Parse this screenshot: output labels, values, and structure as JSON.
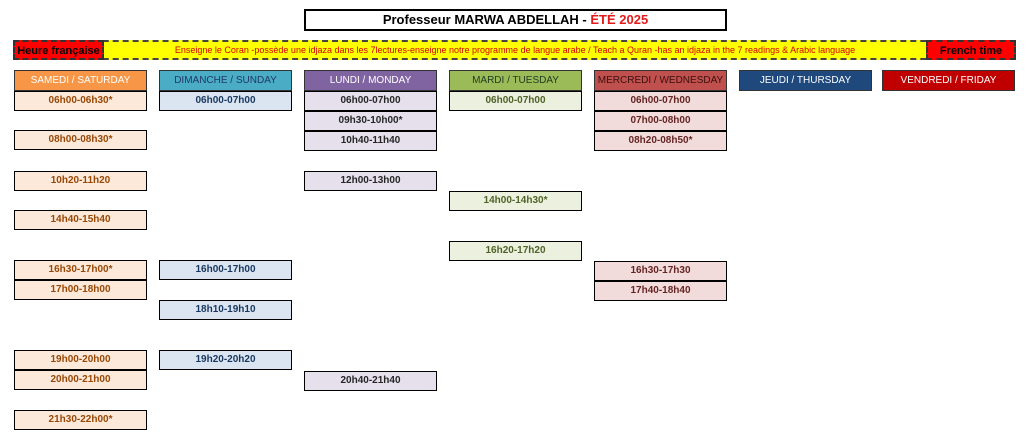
{
  "title": {
    "main": "Professeur MARWA ABDELLAH - ",
    "season": "ÉTÉ 2025"
  },
  "banner": {
    "left": "Heure française",
    "middle": "Enseigne le Coran -possède une idjaza dans les 7lectures-enseigne notre programme de langue arabe /  Teach a Quran -has an idjaza in the 7 readings & Arabic language",
    "right": "French time"
  },
  "colors": {
    "saturday": "#f79646",
    "sunday": "#4bacc6",
    "monday": "#8064a2",
    "tuesday": "#9bbb59",
    "wednesday": "#c0504d",
    "thursday": "#1f497d",
    "friday": "#c00000"
  },
  "days": [
    {
      "label": "SAMEDI / SATURDAY",
      "slots": [
        "06h00-06h30*",
        "08h00-08h30*",
        "10h20-11h20",
        "14h40-15h40",
        "16h30-17h00*",
        "17h00-18h00",
        "19h00-20h00",
        "20h00-21h00",
        "21h30-22h00*"
      ]
    },
    {
      "label": "DIMANCHE / SUNDAY",
      "slots": [
        "06h00-07h00",
        "16h00-17h00",
        "18h10-19h10",
        "19h20-20h20"
      ]
    },
    {
      "label": "LUNDI / MONDAY",
      "slots": [
        "06h00-07h00",
        "09h30-10h00*",
        "10h40-11h40",
        "12h00-13h00",
        "20h40-21h40"
      ]
    },
    {
      "label": "MARDI / TUESDAY",
      "slots": [
        "06h00-07h00",
        "14h00-14h30*",
        "16h20-17h20"
      ]
    },
    {
      "label": "MERCREDI / WEDNESDAY",
      "slots": [
        "06h00-07h00",
        "07h00-08h00",
        "08h20-08h50*",
        "16h30-17h30",
        "17h40-18h40"
      ]
    },
    {
      "label": "JEUDI / THURSDAY",
      "slots": []
    },
    {
      "label": "VENDREDI / FRIDAY",
      "slots": []
    }
  ]
}
